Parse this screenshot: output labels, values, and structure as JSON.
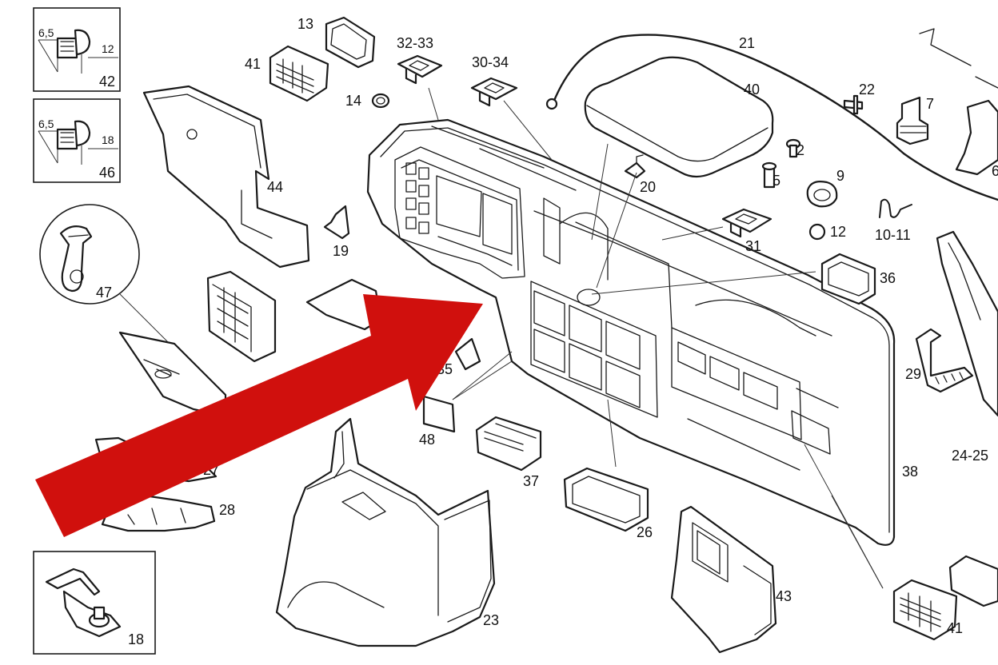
{
  "diagram": {
    "labels": {
      "p13": "13",
      "p41a": "41",
      "p3233": "32-33",
      "p3034": "30-34",
      "p21": "21",
      "p22": "22",
      "p7": "7",
      "p40": "40",
      "p14": "14",
      "p2": "2",
      "p20": "20",
      "p5": "5",
      "p9": "9",
      "p44": "44",
      "p1011": "10-11",
      "p12": "12",
      "p19": "19",
      "p31": "31",
      "p36": "36",
      "p47": "47",
      "p29": "29",
      "p35": "35",
      "p48": "48",
      "p2425": "24-25",
      "p37": "37",
      "p38": "38",
      "p28": "28",
      "p27": "27",
      "p26": "26",
      "p43": "43",
      "p23": "23",
      "p41b": "41",
      "p18": "18",
      "p6": "6"
    },
    "inset42": {
      "dim_a": "6,5",
      "dim_b": "12",
      "ref": "42"
    },
    "inset46": {
      "dim_a": "6,5",
      "dim_b": "18",
      "ref": "46"
    },
    "colors": {
      "arrow": "#d0100d",
      "line": "#1a1a1a",
      "background": "#ffffff"
    }
  }
}
